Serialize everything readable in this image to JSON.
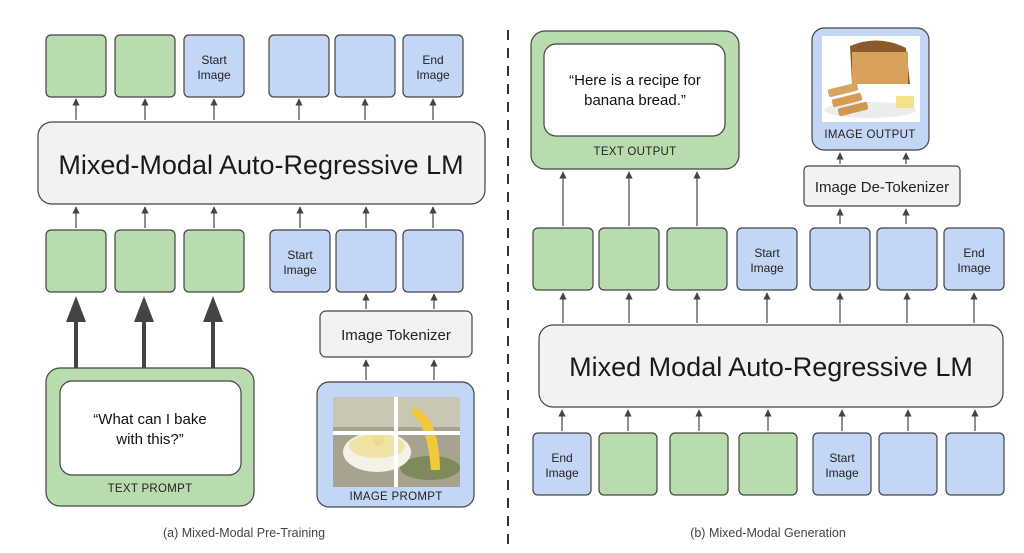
{
  "left": {
    "caption": "(a) Mixed-Modal Pre-Training",
    "lm_label": "Mixed-Modal Auto-Regressive LM",
    "tokenizer_label": "Image Tokenizer",
    "text_prompt": {
      "line1": "“What can I bake",
      "line2": "with this?”",
      "label": "TEXT PROMPT"
    },
    "image_prompt_label": "IMAGE PROMPT",
    "output_tokens": [
      {
        "type": "text",
        "l1": "",
        "l2": ""
      },
      {
        "type": "text",
        "l1": "",
        "l2": ""
      },
      {
        "type": "image",
        "l1": "Start",
        "l2": "Image"
      },
      {
        "type": "image",
        "l1": "",
        "l2": ""
      },
      {
        "type": "image",
        "l1": "",
        "l2": ""
      },
      {
        "type": "image",
        "l1": "End",
        "l2": "Image"
      }
    ],
    "input_tokens": [
      {
        "type": "text",
        "l1": "",
        "l2": ""
      },
      {
        "type": "text",
        "l1": "",
        "l2": ""
      },
      {
        "type": "text",
        "l1": "",
        "l2": ""
      },
      {
        "type": "image",
        "l1": "Start",
        "l2": "Image"
      },
      {
        "type": "image",
        "l1": "",
        "l2": ""
      },
      {
        "type": "image",
        "l1": "",
        "l2": ""
      }
    ]
  },
  "right": {
    "caption": "(b) Mixed-Modal Generation",
    "lm_label": "Mixed Modal Auto-Regressive LM",
    "detokenizer_label": "Image De-Tokenizer",
    "text_output": {
      "line1": "“Here is a recipe for",
      "line2": "banana bread.”",
      "label": "TEXT OUTPUT"
    },
    "image_output_label": "IMAGE OUTPUT",
    "mid_tokens": [
      {
        "type": "text",
        "l1": "",
        "l2": ""
      },
      {
        "type": "text",
        "l1": "",
        "l2": ""
      },
      {
        "type": "text",
        "l1": "",
        "l2": ""
      },
      {
        "type": "image",
        "l1": "Start",
        "l2": "Image"
      },
      {
        "type": "image",
        "l1": "",
        "l2": ""
      },
      {
        "type": "image",
        "l1": "",
        "l2": ""
      },
      {
        "type": "image",
        "l1": "End",
        "l2": "Image"
      }
    ],
    "input_tokens": [
      {
        "type": "image",
        "l1": "End",
        "l2": "Image"
      },
      {
        "type": "text",
        "l1": "",
        "l2": ""
      },
      {
        "type": "text",
        "l1": "",
        "l2": ""
      },
      {
        "type": "text",
        "l1": "",
        "l2": ""
      },
      {
        "type": "image",
        "l1": "Start",
        "l2": "Image"
      },
      {
        "type": "image",
        "l1": "",
        "l2": ""
      },
      {
        "type": "image",
        "l1": "",
        "l2": ""
      }
    ]
  },
  "colors": {
    "text_token_fill": "#b9dcae",
    "image_token_fill": "#c3d6f5",
    "lm_fill": "#f2f2f2",
    "stroke": "#444444"
  }
}
